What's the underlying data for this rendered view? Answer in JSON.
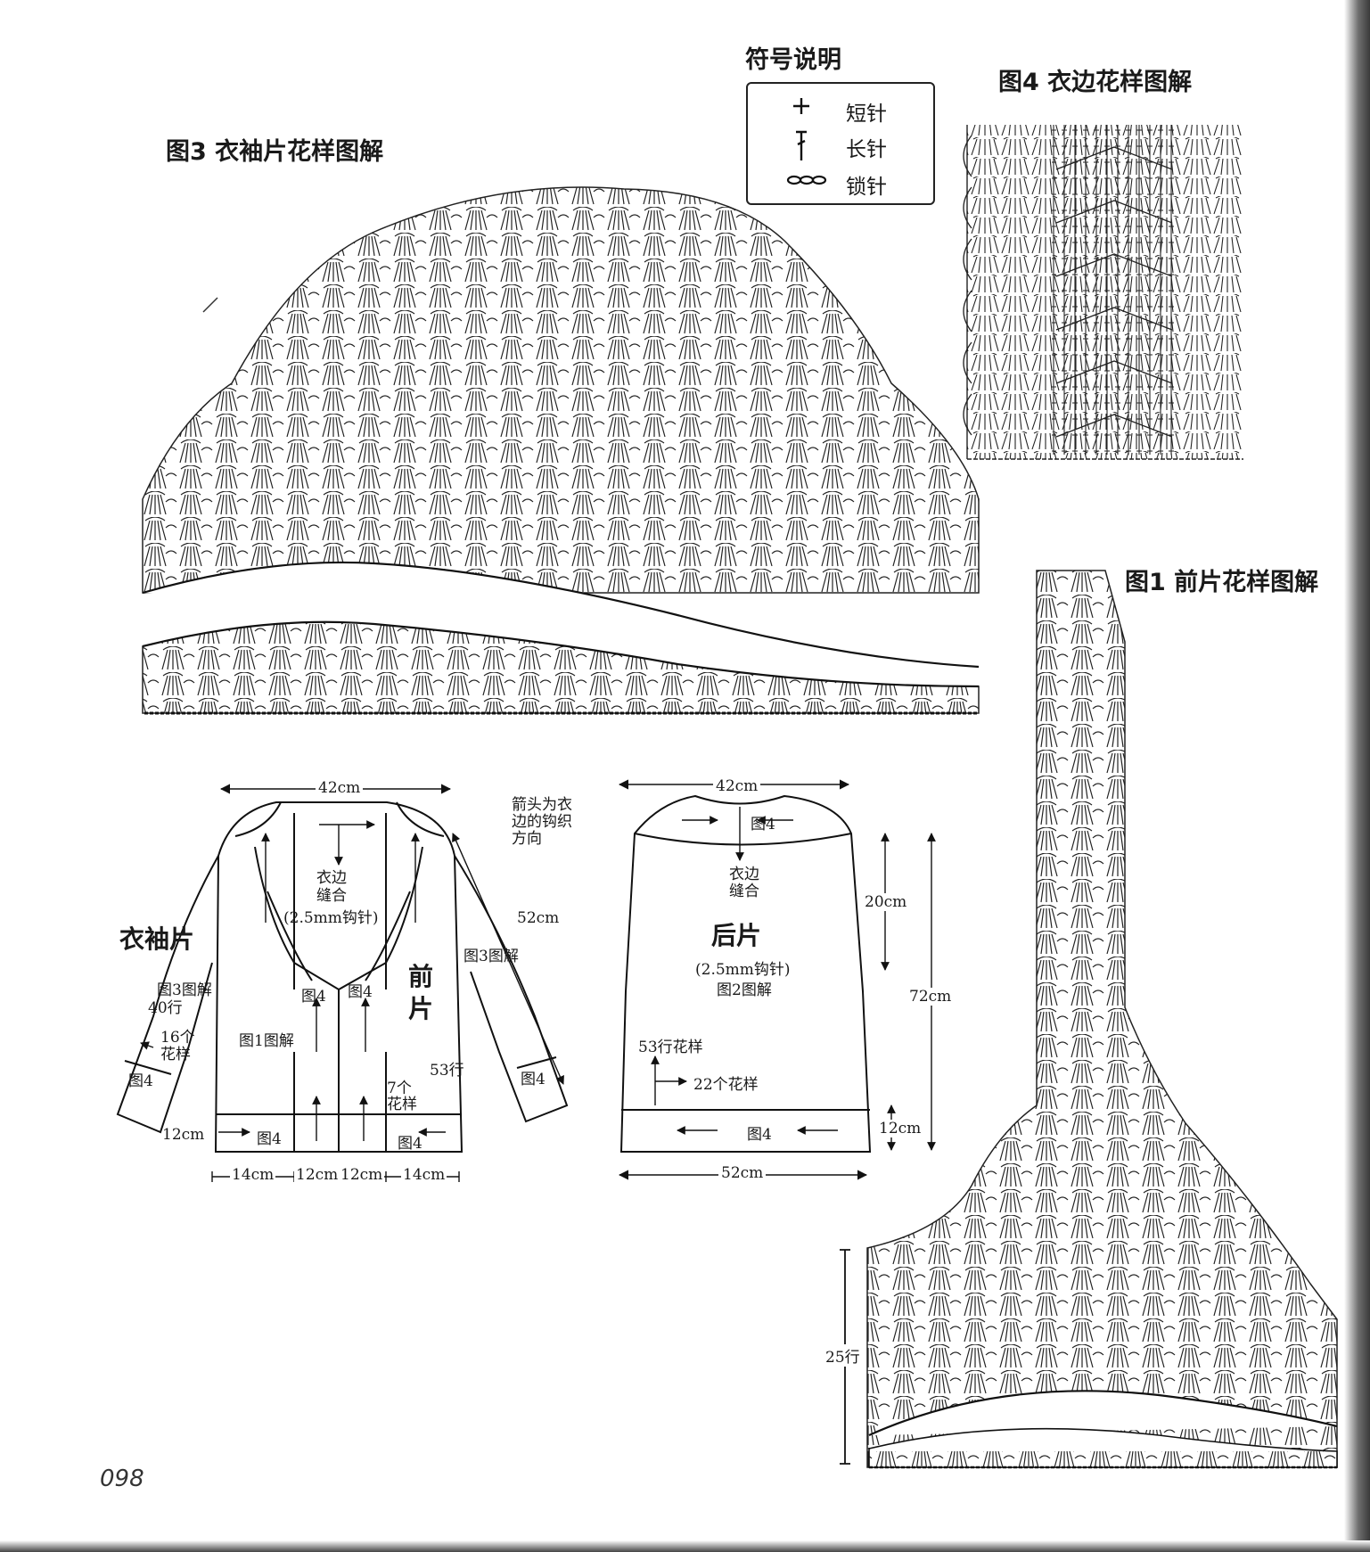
{
  "titles": {
    "fig3": "图3 衣袖片花样图解",
    "legend": "符号说明",
    "fig4": "图4 衣边花样图解",
    "fig1": "图1 前片花样图解"
  },
  "legend": [
    {
      "symbol": "+",
      "icon": "single-crochet-icon",
      "label": "短针"
    },
    {
      "symbol": "T",
      "icon": "double-crochet-icon",
      "label": "长针"
    },
    {
      "symbol": "ooo",
      "icon": "chain-stitch-icon",
      "label": "锁针"
    }
  ],
  "front": {
    "width_top": "42cm",
    "collar_note_1": "衣边",
    "collar_note_2": "缝合",
    "collar_note_3": "(2.5mm钩针)",
    "arrow_note_1": "箭头为衣",
    "arrow_note_2": "边的钩织",
    "arrow_note_3": "方向",
    "sleeve_title": "衣袖片",
    "sleeve_fig": "图3图解",
    "sleeve_rows": "40行",
    "sleeve_pattern_1": "16个",
    "sleeve_pattern_2": "花样",
    "sleeve_cuff": "图4",
    "sleeve_length": "52cm",
    "sleeve_fig_right": "图3图解",
    "front_title_1": "前",
    "front_title_2": "片",
    "front_fig4_left": "图4",
    "front_fig4_right": "图4",
    "front_fig1": "图1图解",
    "rows_53": "53行",
    "pattern_7_1": "7个",
    "pattern_7_2": "花样",
    "cuff_right": "图4",
    "hem_height": "12cm",
    "hem_left": "图4",
    "hem_right": "图4",
    "w_14_left": "14cm",
    "w_12_left": "12cm",
    "w_12_right": "12cm",
    "w_14_right": "14cm"
  },
  "back": {
    "width_top": "42cm",
    "collar": "图4",
    "collar_note_1": "衣边",
    "collar_note_2": "缝合",
    "title": "后片",
    "hook": "(2.5mm钩针)",
    "fig": "图2图解",
    "h_20": "20cm",
    "h_72": "72cm",
    "rows_53": "53行花样",
    "pattern_22": "22个花样",
    "hem": "图4",
    "hem_height": "12cm",
    "width_bottom": "52cm"
  },
  "fig1": {
    "rows": "25行"
  },
  "page_number": "098"
}
